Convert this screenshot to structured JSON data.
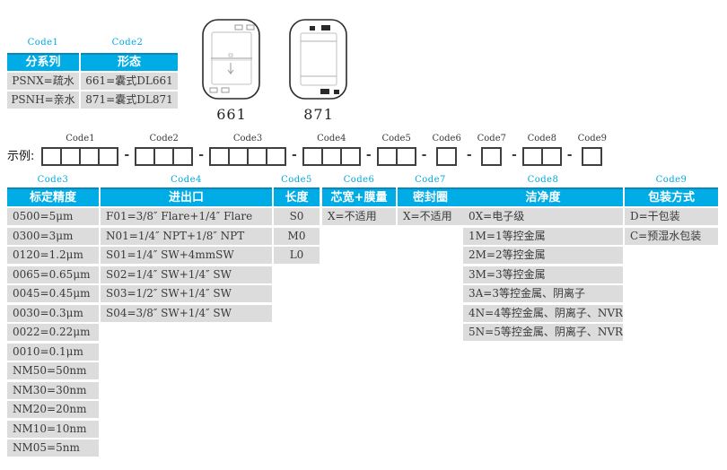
{
  "colors": {
    "accent": "#00ace6",
    "accent_dark": "#0d86b8",
    "row_bg": "#dcdcdc",
    "code_label_cyan": "#00a9e0",
    "text": "#3a3a3a"
  },
  "top_table": {
    "code_labels": [
      "Code1",
      "Code2"
    ],
    "headers": [
      "分系列",
      "形态"
    ],
    "rows": [
      [
        "PSNX=疏水",
        "661=囊式DL661"
      ],
      [
        "PSNH=亲水",
        "871=囊式DL871"
      ]
    ]
  },
  "products": [
    {
      "label": "661"
    },
    {
      "label": "871"
    }
  ],
  "example": {
    "label": "示例:",
    "separator": "-",
    "groups": [
      {
        "code": "Code1",
        "boxes": 4
      },
      {
        "code": "Code2",
        "boxes": 3
      },
      {
        "code": "Code3",
        "boxes": 4
      },
      {
        "code": "Code4",
        "boxes": 3
      },
      {
        "code": "Code5",
        "boxes": 2
      },
      {
        "code": "Code6",
        "boxes": 1
      },
      {
        "code": "Code7",
        "boxes": 1
      },
      {
        "code": "Code8",
        "boxes": 2
      },
      {
        "code": "Code9",
        "boxes": 1
      }
    ]
  },
  "spec_table": {
    "columns": [
      {
        "code": "Code3",
        "header": "标定精度",
        "align": "left",
        "rows": [
          "0500=5μm",
          "0300=3μm",
          "0120=1.2μm",
          "0065=0.65μm",
          "0045=0.45μm",
          "0030=0.3μm",
          "0022=0.22μm",
          "0010=0.1μm",
          "NM50=50nm",
          "NM30=30nm",
          "NM20=20nm",
          "NM10=10nm",
          "NM05=5nm"
        ]
      },
      {
        "code": "Code4",
        "header": "进出口",
        "align": "left",
        "rows": [
          "F01=3/8″ Flare+1/4″ Flare",
          "N01=1/4″ NPT+1/8″ NPT",
          "S01=1/4″ SW+4mmSW",
          "S02=1/4″ SW+1/4″ SW",
          "S03=1/2″ SW+1/4″ SW",
          "S04=3/8″ SW+1/4″ SW"
        ]
      },
      {
        "code": "Code5",
        "header": "长度",
        "align": "center",
        "rows": [
          "S0",
          "M0",
          "L0"
        ]
      },
      {
        "code": "Code6",
        "header": "芯宽+膜量",
        "align": "left",
        "rows": [
          "X=不适用"
        ]
      },
      {
        "code": "Code7",
        "header": "密封圈",
        "align": "left",
        "rows": [
          "X=不适用"
        ]
      },
      {
        "code": "Code8",
        "header": "洁净度",
        "align": "left",
        "rows": [
          "0X=电子级",
          "1M=1等控金属",
          "2M=2等控金属",
          "3M=3等控金属",
          "3A=3等控金属、阴离子",
          "4N=4等控金属、阴离子、NVR",
          "5N=5等控金属、阴离子、NVR"
        ]
      },
      {
        "code": "Code9",
        "header": "包装方式",
        "align": "left",
        "rows": [
          "D=干包装",
          "C=预湿水包装"
        ]
      }
    ]
  }
}
